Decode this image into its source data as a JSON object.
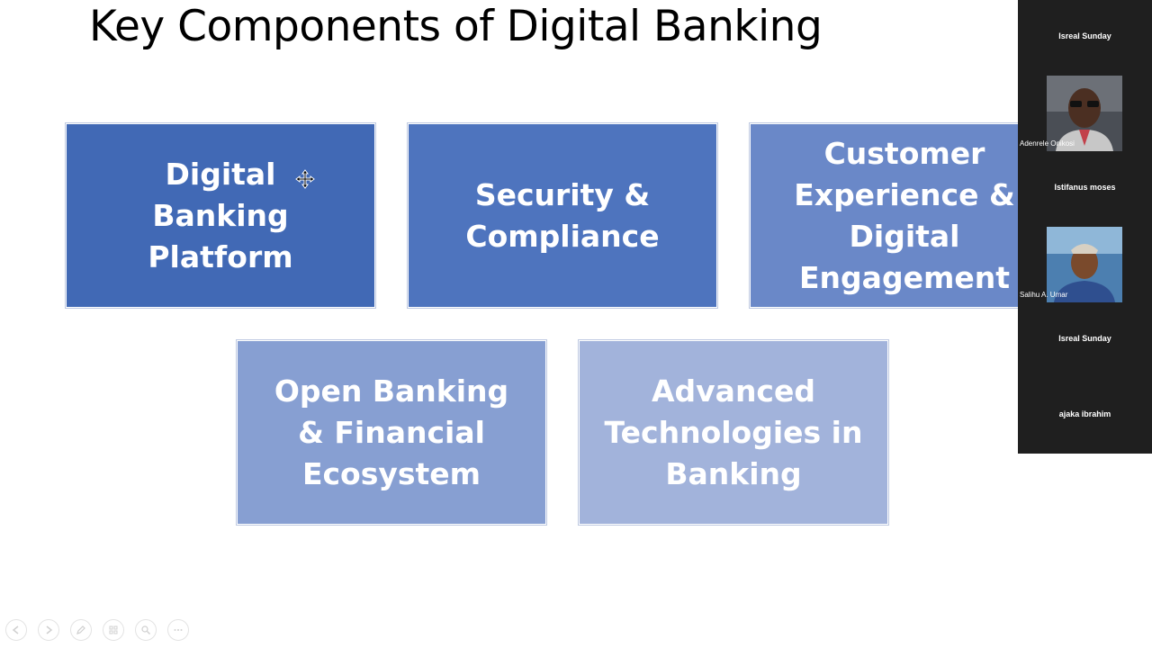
{
  "slide": {
    "title": "Key Components of Digital Banking",
    "components": [
      {
        "label": "Digital Banking Platform",
        "color": "#4169b5"
      },
      {
        "label": "Security & Compliance",
        "color": "#4e74be"
      },
      {
        "label": "Customer Experience & Digital Engagement",
        "color": "#6a88c8"
      },
      {
        "label": "Open Banking & Financial Ecosystem",
        "color": "#879fd2"
      },
      {
        "label": "Advanced Technologies in Banking",
        "color": "#a2b3db"
      }
    ]
  },
  "participants": {
    "panel_color": "#1f1f1f",
    "names": [
      {
        "name": "Isreal Sunday"
      },
      {
        "name": "Adenrele Onikosi"
      },
      {
        "name": "Istifanus moses"
      },
      {
        "name": "Salihu A. Umar"
      },
      {
        "name": "Isreal Sunday"
      },
      {
        "name": "ajaka ibrahim"
      }
    ]
  },
  "presentation_controls": {
    "icons": [
      "previous-slide-icon",
      "next-slide-icon",
      "pen-icon",
      "slides-grid-icon",
      "zoom-icon",
      "more-options-icon"
    ]
  }
}
